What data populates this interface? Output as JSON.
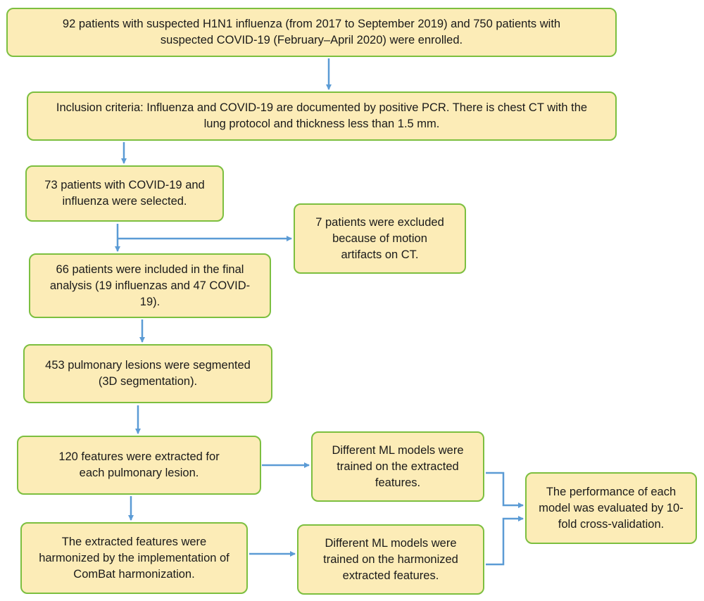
{
  "colors": {
    "box_fill": "#fcecb7",
    "box_border": "#7cbf3f",
    "arrow": "#5b9bd5"
  },
  "boxes": {
    "enrollment": "92 patients with suspected H1N1 influenza (from 2017 to September 2019) and 750 patients with suspected COVID-19 (February–April 2020) were enrolled.",
    "inclusion": "Inclusion criteria: Influenza and COVID-19 are documented by positive PCR. There is chest CT with the lung protocol and thickness less than 1.5 mm.",
    "selected": "73 patients with COVID-19 and influenza were selected.",
    "excluded": "7 patients were excluded because of motion artifacts on CT.",
    "final_analysis": "66 patients were included in the final analysis (19 influenzas and 47 COVID-19).",
    "segmentation": "453 pulmonary lesions were segmented (3D segmentation).",
    "features": "120 features were extracted for each pulmonary lesion.",
    "models_extracted": "Different ML models were trained on the extracted features.",
    "performance": "The performance of each model was evaluated by 10-fold cross-validation.",
    "harmonized": "The extracted features were harmonized by the implementation of ComBat harmonization.",
    "models_harmonized": "Different ML models were trained on the harmonized extracted features."
  }
}
